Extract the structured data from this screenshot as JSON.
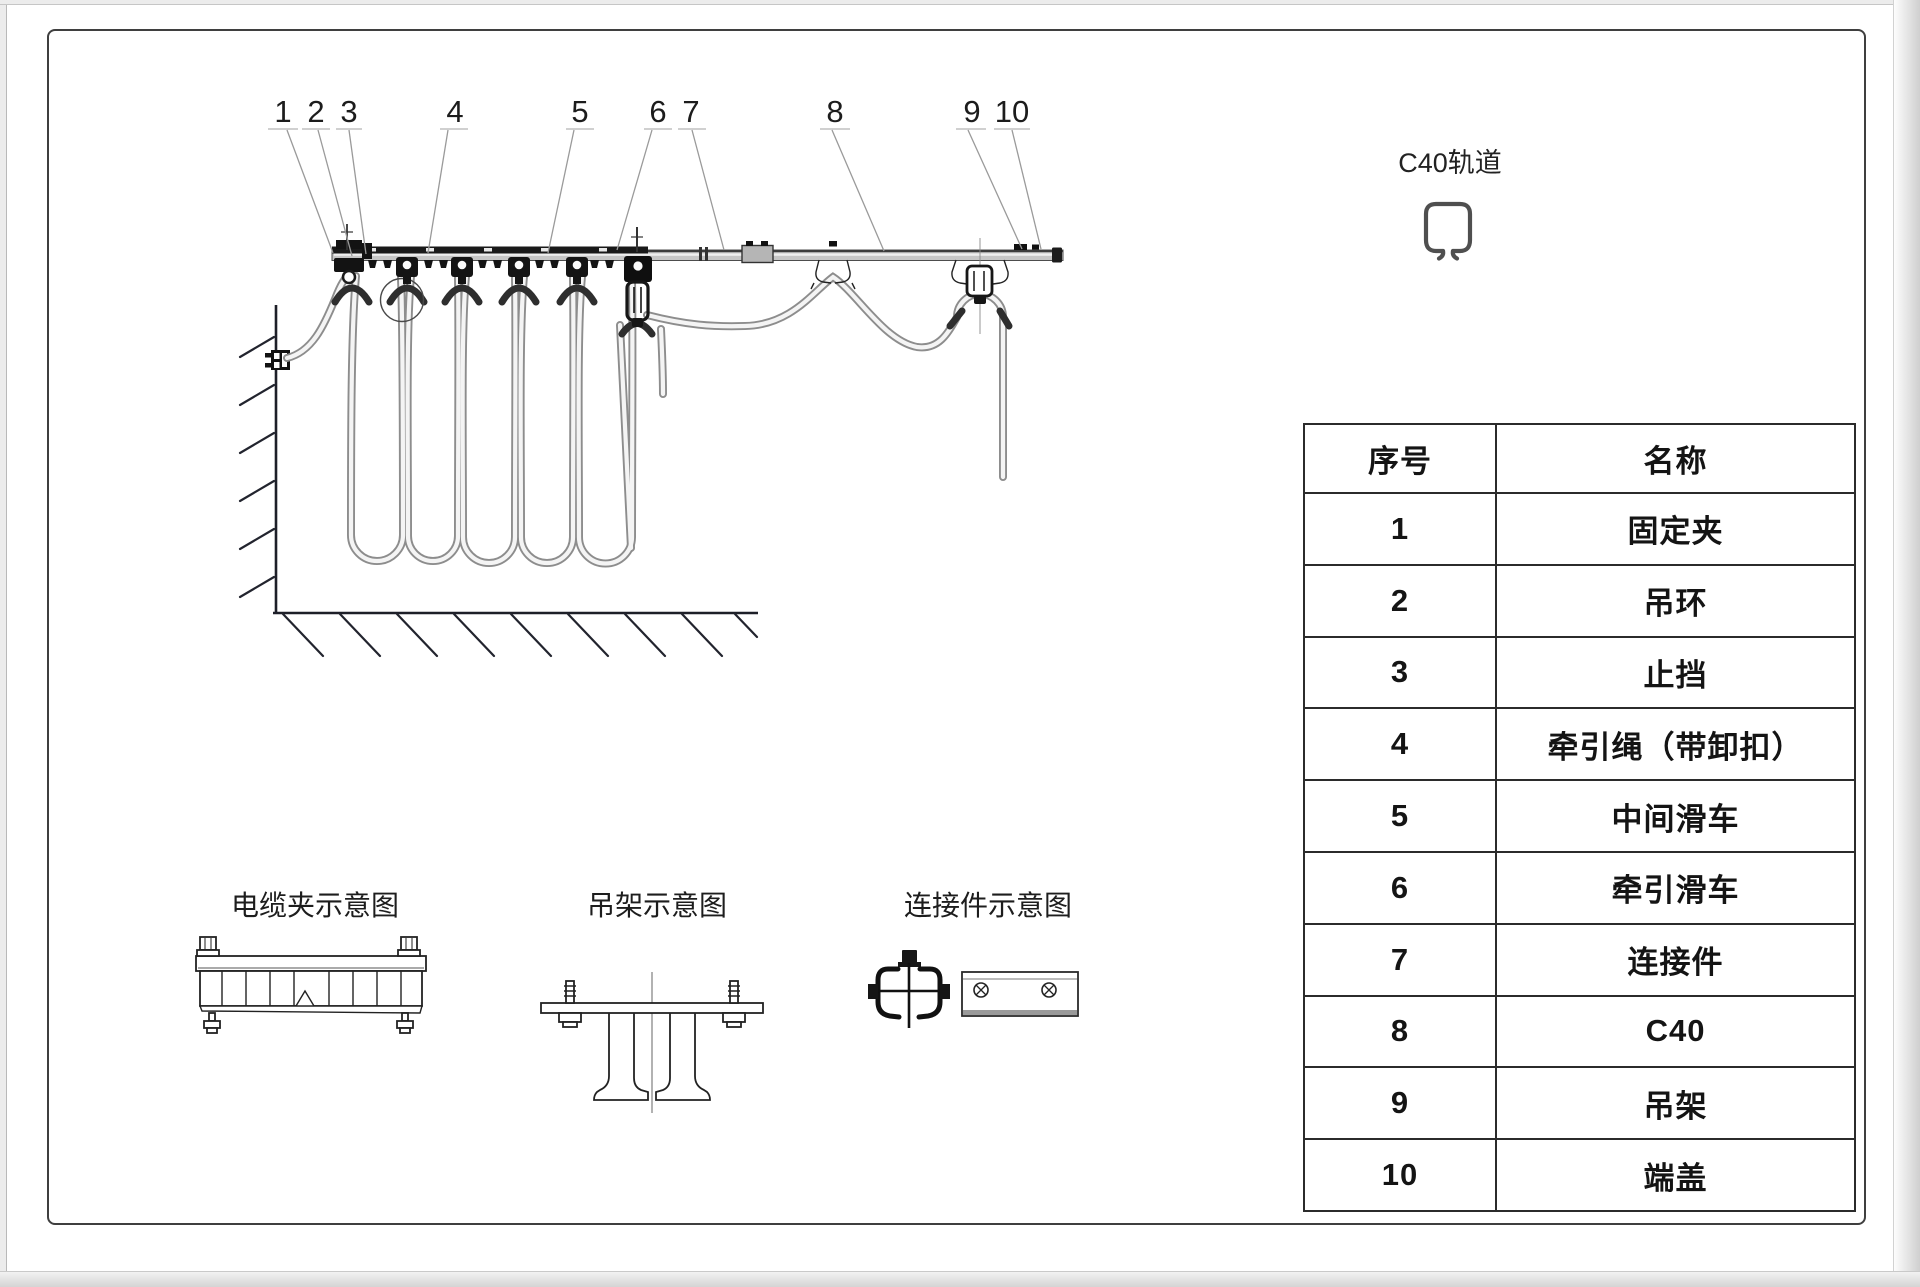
{
  "track_profile": {
    "label": "C40轨道"
  },
  "callouts": {
    "labels": [
      "1",
      "2",
      "3",
      "4",
      "5",
      "6",
      "7",
      "8",
      "9",
      "10"
    ]
  },
  "parts_table": {
    "header": {
      "no": "序号",
      "name": "名称"
    },
    "rows": [
      {
        "no": "1",
        "name": "固定夹"
      },
      {
        "no": "2",
        "name": "吊环"
      },
      {
        "no": "3",
        "name": "止挡"
      },
      {
        "no": "4",
        "name": "牵引绳（带卸扣）"
      },
      {
        "no": "5",
        "name": "中间滑车"
      },
      {
        "no": "6",
        "name": "牵引滑车"
      },
      {
        "no": "7",
        "name": "连接件"
      },
      {
        "no": "8",
        "name": "C40"
      },
      {
        "no": "9",
        "name": "吊架"
      },
      {
        "no": "10",
        "name": "端盖"
      }
    ]
  },
  "detail_views": {
    "cable_clamp_label": "电缆夹示意图",
    "hanger_label": "吊架示意图",
    "connector_label": "连接件示意图"
  },
  "colors": {
    "linework": "#1c1c1c",
    "rail_gray": "#c6c6c6",
    "cable_gray": "#8d8d8d"
  }
}
